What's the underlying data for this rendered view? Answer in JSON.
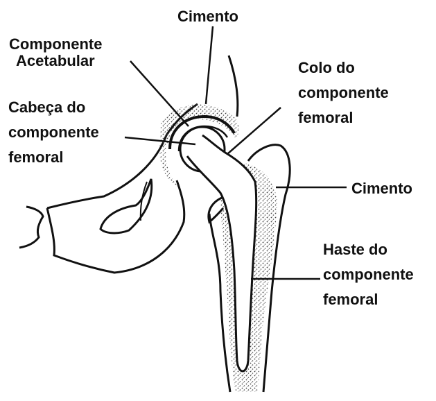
{
  "labels": {
    "cimento_top": "Cimento",
    "componente_acetabular": [
      "Componente",
      "Acetabular"
    ],
    "colo": [
      "Colo do",
      "componente",
      "femoral"
    ],
    "cabeca": [
      "Cabeça do",
      "componente",
      "femoral"
    ],
    "cimento_right": "Cimento",
    "haste": [
      "Haste do",
      "componente",
      "femoral"
    ]
  },
  "colors": {
    "ink": "#111111",
    "cement": "#444444",
    "background": "#ffffff"
  }
}
